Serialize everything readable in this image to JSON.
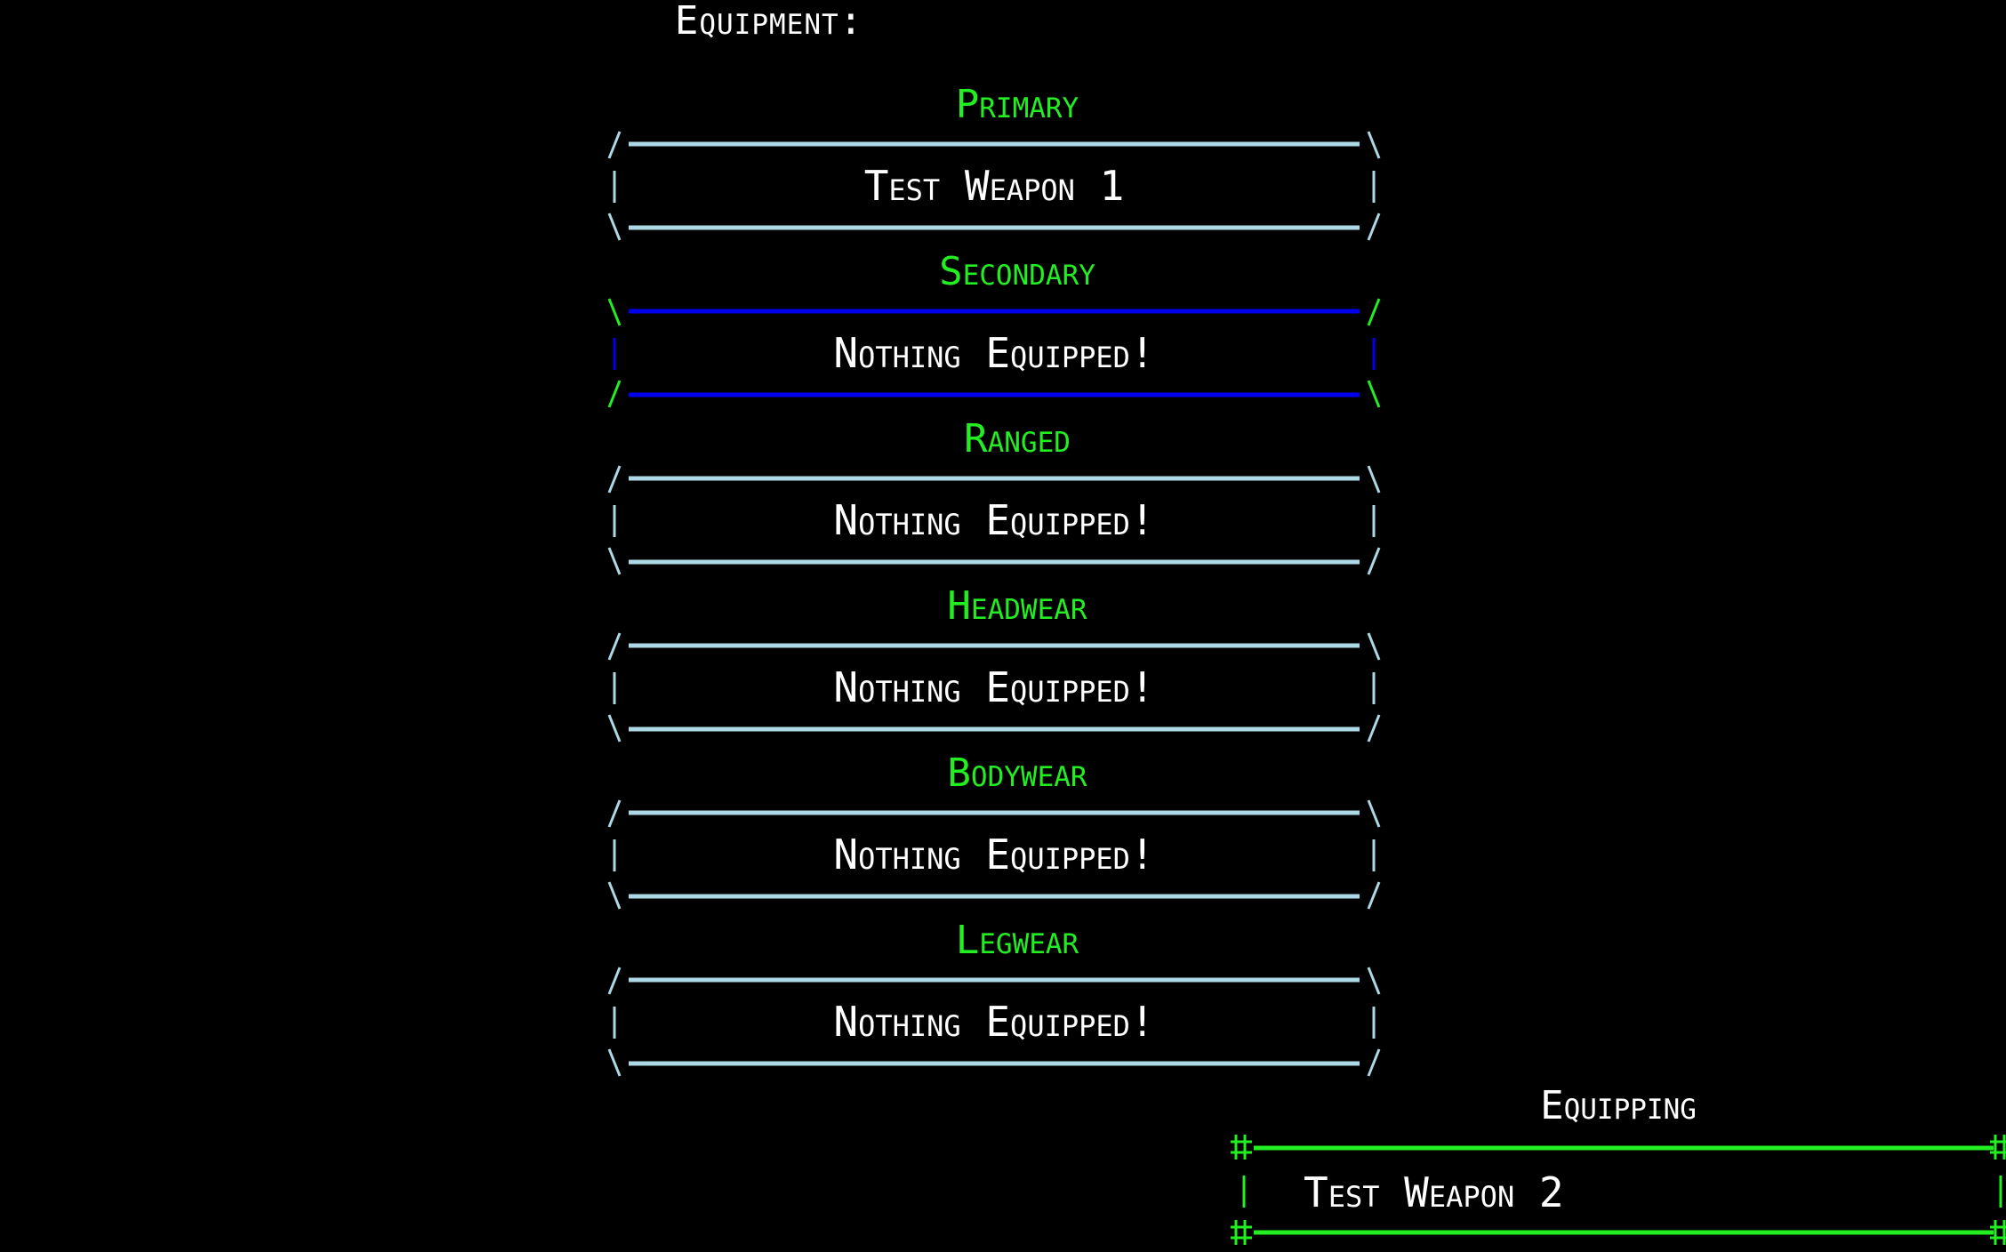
{
  "title": "Equipment:",
  "slots": [
    {
      "label": "Primary",
      "value": "Test Weapon 1",
      "selected": false
    },
    {
      "label": "Secondary",
      "value": "Nothing Equipped!",
      "selected": true
    },
    {
      "label": "Ranged",
      "value": "Nothing Equipped!",
      "selected": false
    },
    {
      "label": "Headwear",
      "value": "Nothing Equipped!",
      "selected": false
    },
    {
      "label": "Bodywear",
      "value": "Nothing Equipped!",
      "selected": false
    },
    {
      "label": "Legwear",
      "value": "Nothing Equipped!",
      "selected": false
    }
  ],
  "equipping": {
    "label": "Equipping",
    "value": "Test Weapon 2"
  },
  "colors": {
    "background": "#000000",
    "text": "#ffffff",
    "label": "#22ee22",
    "frame": "#add8e6",
    "selected_line": "#0000ee",
    "selected_corner": "#22ee22",
    "equipping_frame": "#22ee22"
  }
}
